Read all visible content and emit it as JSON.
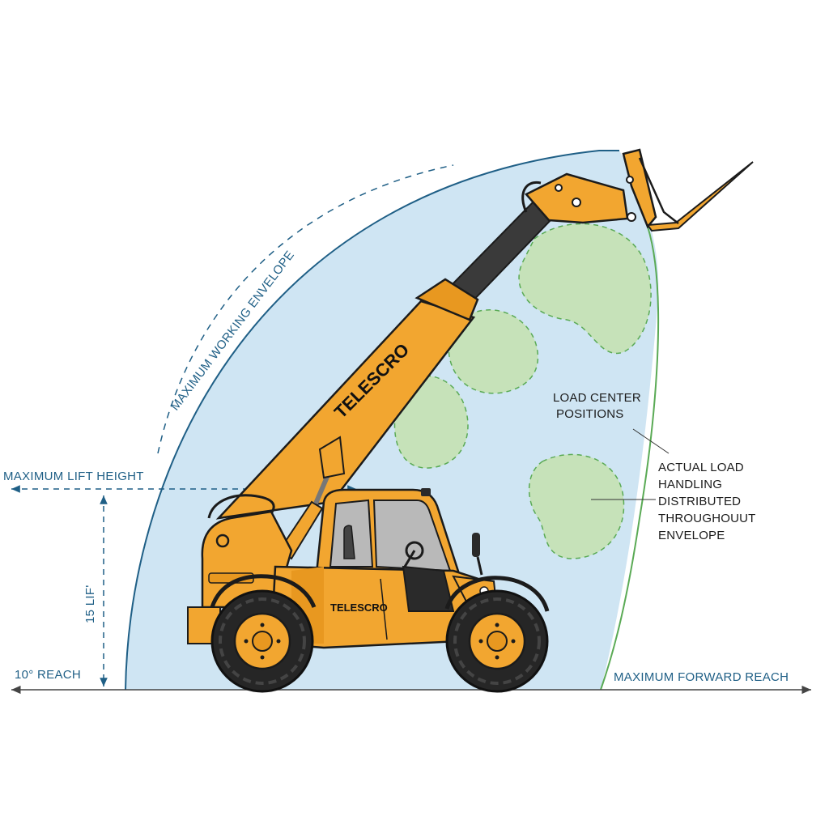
{
  "labels": {
    "envelope": "MAXIMUM WORKING ENVELOPE",
    "lift_height": "MAXIMUM LIFT HEIGHT",
    "lift_dim": "15 LIF'",
    "reach_left": "10° REACH",
    "forward_reach": "MAXIMUM FORWARD REACH",
    "load_center": [
      "LOAD CENTER",
      "POSITIONS"
    ],
    "actual_load": [
      "ACTUAL LOAD",
      "HANDLING",
      "DISTRIBUTED",
      "THROUGHOUUT",
      "ENVELOPE"
    ]
  },
  "machine": {
    "boom_brand": "TELESCRO",
    "body_brand": "TELESCRO"
  },
  "colors": {
    "envelope_fill": "#cfe5f3",
    "envelope_stroke": "#1f5f86",
    "load_zone_fill": "#c6e2b9",
    "load_zone_stroke": "#5aaa55",
    "machine_body": "#f2a630",
    "machine_dark": "#2a2a2a",
    "dimension_line": "#1f5f86"
  }
}
